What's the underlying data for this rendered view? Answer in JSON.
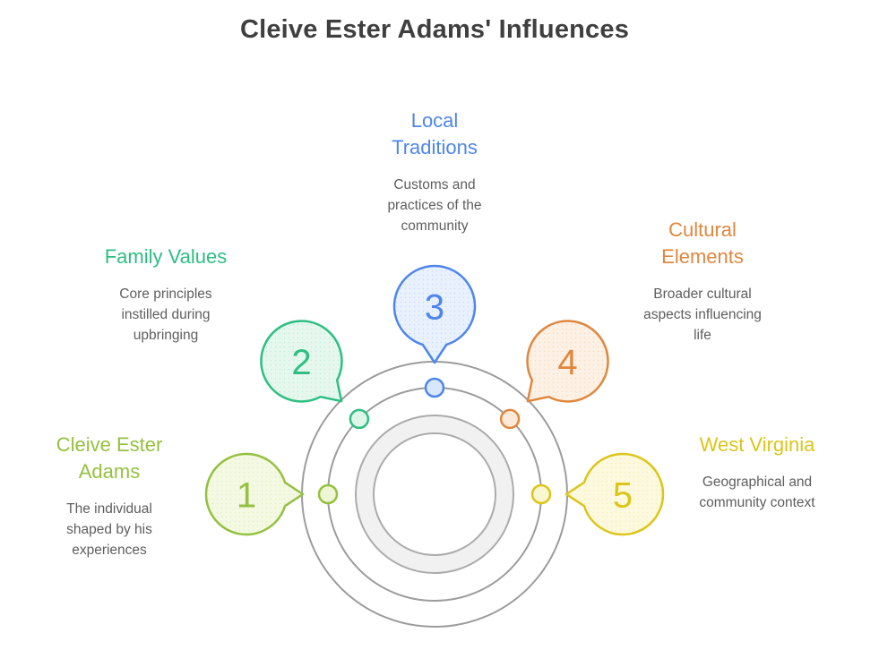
{
  "title": "Cleive Ester Adams' Influences",
  "colors": {
    "title_text": "#3f3f3f",
    "body_text": "#5e5e5e",
    "ring_stroke": "#9c9c9c",
    "donut_fill": "#f1f1f2",
    "donut_stroke": "#ababad",
    "background": "#ffffff"
  },
  "items": [
    {
      "number": "1",
      "heading": "Cleive Ester\nAdams",
      "description": "The individual\nshaped by his\nexperiences",
      "color": "#94c13f",
      "bubble_fill": "#f4f9e3",
      "marker_fill": "#eff6d8"
    },
    {
      "number": "2",
      "heading": "Family Values",
      "description": "Core principles\ninstilled during\nupbringing",
      "color": "#2dbe82",
      "bubble_fill": "#e6f8ee",
      "marker_fill": "#dff5e9"
    },
    {
      "number": "3",
      "heading": "Local\nTraditions",
      "description": "Customs and\npractices of the\ncommunity",
      "color": "#4e86ec",
      "bubble_fill": "#e9f1fd",
      "marker_fill": "#d9e7fb"
    },
    {
      "number": "4",
      "heading": "Cultural\nElements",
      "description": "Broader cultural\naspects influencing\nlife",
      "color": "#df873e",
      "bubble_fill": "#fcf1e4",
      "marker_fill": "#fbead9"
    },
    {
      "number": "5",
      "heading": "West Virginia",
      "description": "Geographical and\ncommunity context",
      "color": "#dcc51a",
      "bubble_fill": "#fcf9df",
      "marker_fill": "#faf6d0"
    }
  ]
}
